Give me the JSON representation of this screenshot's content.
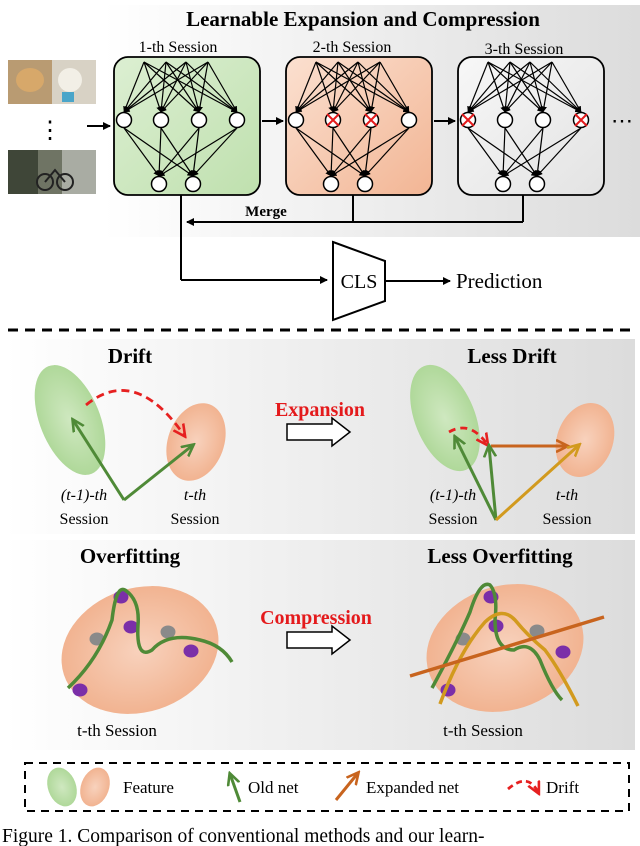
{
  "top": {
    "title": "Learnable Expansion and Compression",
    "sessions": [
      "1-th Session",
      "2-th Session",
      "3-th Session"
    ],
    "merge_label": "Merge",
    "cls_label": "CLS",
    "prediction_label": "Prediction",
    "input_ellipsis": "⋮",
    "sessions_ellipsis": "⋯"
  },
  "panel_drift": {
    "left_title": "Drift",
    "right_title": "Less Drift",
    "action_label": "Expansion",
    "session_a_line1": "(t-1)-th",
    "session_a_line2": "Session",
    "session_b_line1": "t-th",
    "session_b_line2": "Session"
  },
  "panel_overfit": {
    "left_title": "Overfitting",
    "right_title": "Less Overfitting",
    "action_label": "Compression",
    "session_label": "t-th Session"
  },
  "legend": {
    "feature": "Feature",
    "old_net": "Old net",
    "expanded_net": "Expanded net",
    "drift": "Drift"
  },
  "caption": "Figure 1. Comparison of conventional methods and our learn-",
  "colors": {
    "green_fill": "#cfe6c2",
    "orange_fill": "#f6cbb1",
    "gray_fill": "#ebebeb",
    "accent_red": "#e41a1c",
    "old_net_green": "#4f8a37",
    "expanded_orange": "#c8641e",
    "drift_red": "#e62020",
    "point_purple": "#7b2fa8",
    "point_gray": "#8a8a8a"
  }
}
